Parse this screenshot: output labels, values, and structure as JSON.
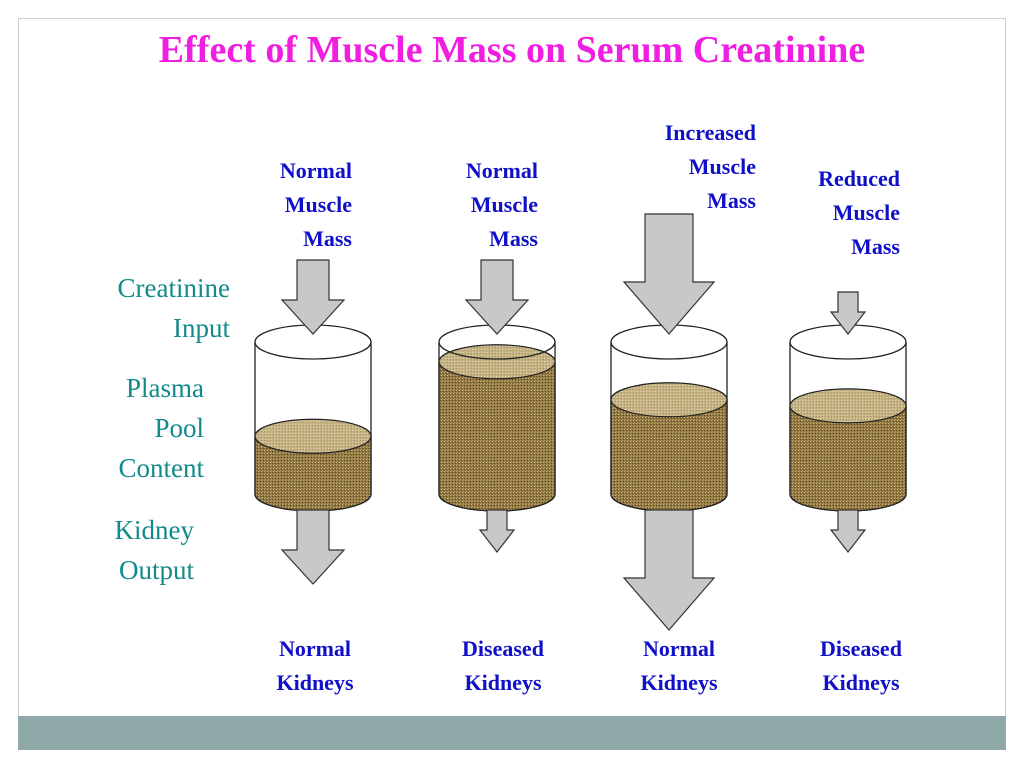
{
  "title": "Effect of Muscle Mass on Serum Creatinine",
  "colors": {
    "title": "#f01ee0",
    "side_labels": "#138a8a",
    "column_labels": "#1010c8",
    "arrow_fill": "#c8c8c8",
    "fluid": "#8f7540",
    "fluid_top": "#c4b282",
    "footer_bar": "#8fa9a9"
  },
  "side_labels": {
    "creatinine_input": [
      "Creatinine",
      "Input"
    ],
    "plasma_pool_content": [
      "Plasma",
      "Pool",
      "Content"
    ],
    "kidney_output": [
      "Kidney",
      "Output"
    ]
  },
  "columns": [
    {
      "top_label": [
        "Normal",
        "Muscle",
        "Mass"
      ],
      "bottom_label": [
        "Normal",
        "Kidneys"
      ],
      "input_level": "medium",
      "pool_fill_fraction": 0.38,
      "output_level": "medium"
    },
    {
      "top_label": [
        "Normal",
        "Muscle",
        "Mass"
      ],
      "bottom_label": [
        "Diseased",
        "Kidneys"
      ],
      "input_level": "medium",
      "pool_fill_fraction": 0.87,
      "output_level": "small"
    },
    {
      "top_label": [
        "Increased",
        "Muscle",
        "Mass"
      ],
      "bottom_label": [
        "Normal",
        "Kidneys"
      ],
      "input_level": "large",
      "pool_fill_fraction": 0.62,
      "output_level": "large"
    },
    {
      "top_label": [
        "Reduced",
        "Muscle",
        "Mass"
      ],
      "bottom_label": [
        "Diseased",
        "Kidneys"
      ],
      "input_level": "small",
      "pool_fill_fraction": 0.58,
      "output_level": "small"
    }
  ]
}
